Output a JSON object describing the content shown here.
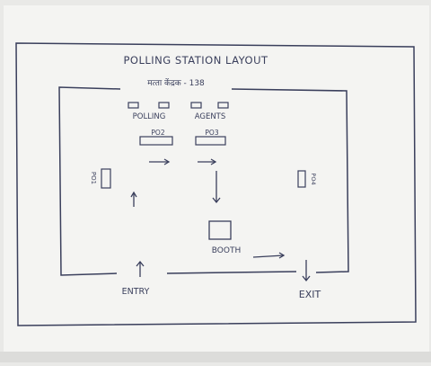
{
  "diagram": {
    "title": "POLLING STATION LAYOUT",
    "booth_number": "मत्‍ता केंद्रक - 138",
    "tables": {
      "polling_label": "POLLING",
      "agents_label": "AGENTS",
      "po2_label": "PO2",
      "po3_label": "PO3",
      "po1_label": "PO1",
      "po_right_label": "PO4"
    },
    "booth_label": "BOOTH",
    "entry_label": "ENTRY",
    "exit_label": "EXIT"
  },
  "colors": {
    "paper": "#f4f4f2",
    "ink": "#3a3f5c"
  }
}
